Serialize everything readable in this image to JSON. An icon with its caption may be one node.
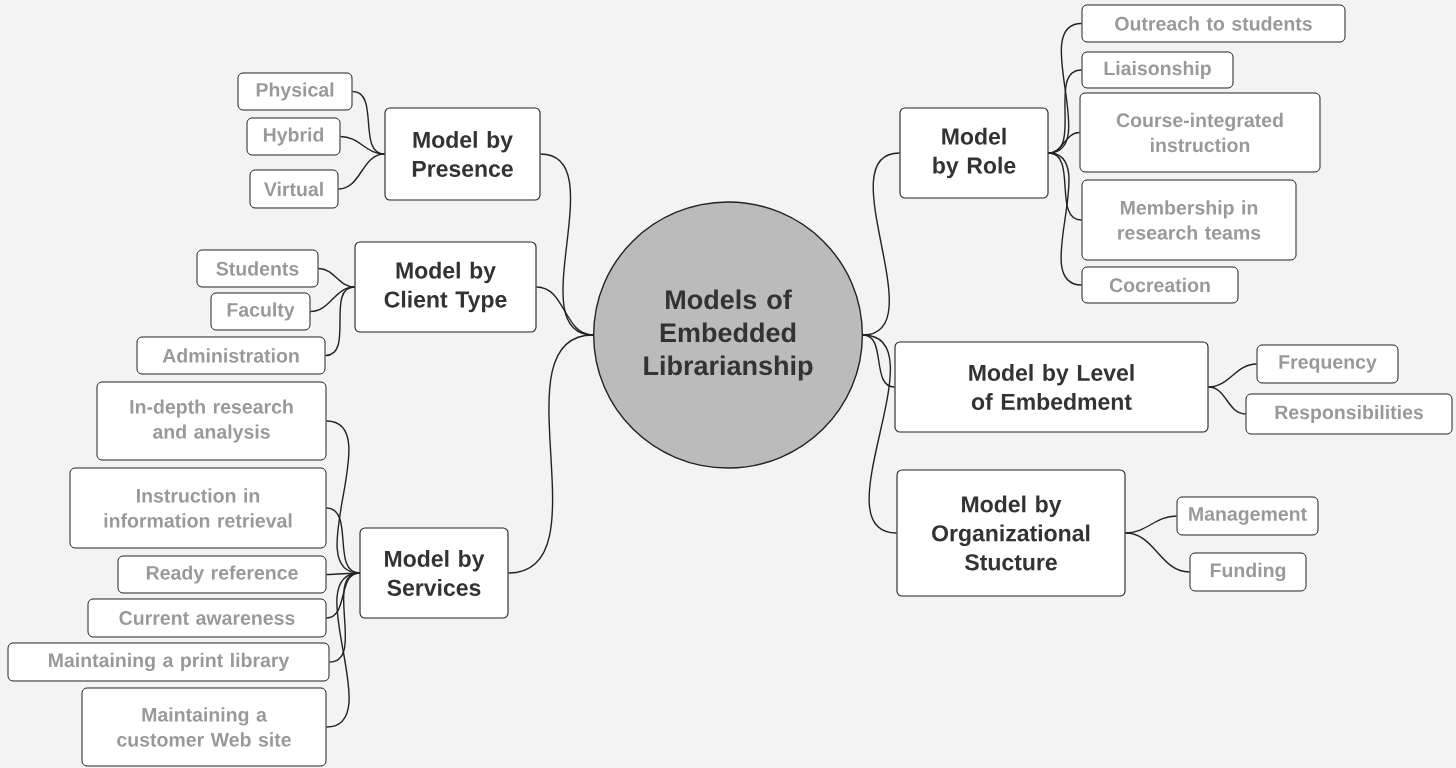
{
  "diagram": {
    "nodes": [
      {
        "text": [
          "Models of Embedded Librarianship"
        ]
      },
      {
        "text": [
          "Model by Presence"
        ]
      },
      {
        "text": [
          "Physical"
        ]
      },
      {
        "text": [
          "Hybrid"
        ]
      },
      {
        "text": [
          "Virtual"
        ]
      },
      {
        "text": [
          "Model by Client Type"
        ]
      },
      {
        "text": [
          "Students"
        ]
      },
      {
        "text": [
          "Faculty"
        ]
      },
      {
        "text": [
          "Administration"
        ]
      },
      {
        "text": [
          "Model by Services"
        ]
      },
      {
        "text": [
          "In-depth research and analysis"
        ]
      },
      {
        "text": [
          "Instruction in information retrieval"
        ]
      },
      {
        "text": [
          "Ready reference"
        ]
      },
      {
        "text": [
          "Current awareness"
        ]
      },
      {
        "text": [
          "Maintaining a print library"
        ]
      },
      {
        "text": [
          "Maintaining a customer Web site"
        ]
      },
      {
        "text": [
          "Model by Role"
        ]
      },
      {
        "text": [
          "Outreach to students"
        ]
      },
      {
        "text": [
          "Liaisonship"
        ]
      },
      {
        "text": [
          "Course-integrated instruction"
        ]
      },
      {
        "text": [
          "Membership in research teams"
        ]
      },
      {
        "text": [
          "Cocreation"
        ]
      },
      {
        "text": [
          "Model by Level of Embedment"
        ]
      },
      {
        "text": [
          "Frequency"
        ]
      },
      {
        "text": [
          "Responsibilities"
        ]
      },
      {
        "text": [
          "Model by Organizational Stucture"
        ]
      },
      {
        "text": [
          "Management"
        ]
      },
      {
        "text": [
          "Funding"
        ]
      }
    ],
    "edges": [
      {
        "from": 0,
        "to": 1,
        "arrow": "none"
      },
      {
        "from": 1,
        "to": 2,
        "arrow": "none"
      },
      {
        "from": 1,
        "to": 3,
        "arrow": "none"
      },
      {
        "from": 1,
        "to": 4,
        "arrow": "none"
      },
      {
        "from": 0,
        "to": 5,
        "arrow": "none"
      },
      {
        "from": 5,
        "to": 6,
        "arrow": "none"
      },
      {
        "from": 5,
        "to": 7,
        "arrow": "none"
      },
      {
        "from": 5,
        "to": 8,
        "arrow": "none"
      },
      {
        "from": 0,
        "to": 9,
        "arrow": "none"
      },
      {
        "from": 9,
        "to": 10,
        "arrow": "none"
      },
      {
        "from": 9,
        "to": 11,
        "arrow": "none"
      },
      {
        "from": 9,
        "to": 12,
        "arrow": "none"
      },
      {
        "from": 9,
        "to": 13,
        "arrow": "none"
      },
      {
        "from": 9,
        "to": 14,
        "arrow": "none"
      },
      {
        "from": 9,
        "to": 15,
        "arrow": "none"
      },
      {
        "from": 0,
        "to": 16,
        "arrow": "none"
      },
      {
        "from": 16,
        "to": 17,
        "arrow": "none"
      },
      {
        "from": 16,
        "to": 18,
        "arrow": "none"
      },
      {
        "from": 16,
        "to": 19,
        "arrow": "none"
      },
      {
        "from": 16,
        "to": 20,
        "arrow": "none"
      },
      {
        "from": 16,
        "to": 21,
        "arrow": "none"
      },
      {
        "from": 0,
        "to": 22,
        "arrow": "none"
      },
      {
        "from": 22,
        "to": 23,
        "arrow": "none"
      },
      {
        "from": 22,
        "to": 24,
        "arrow": "none"
      },
      {
        "from": 0,
        "to": 25,
        "arrow": "none"
      },
      {
        "from": 25,
        "to": 26,
        "arrow": "none"
      },
      {
        "from": 25,
        "to": 27,
        "arrow": "none"
      }
    ]
  }
}
